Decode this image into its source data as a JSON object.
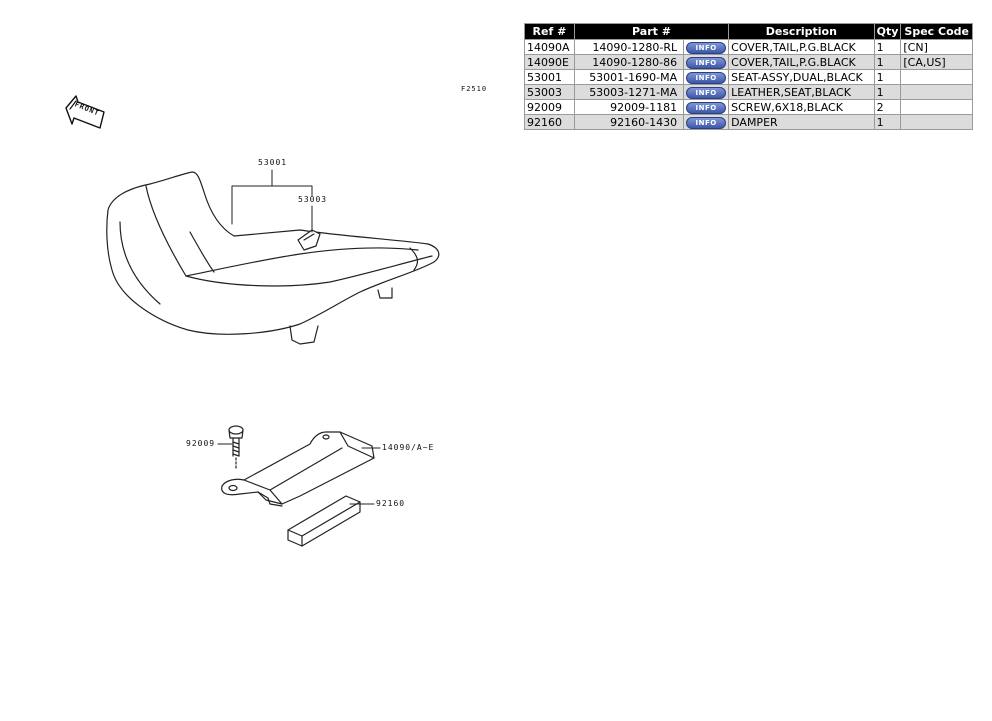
{
  "diagram": {
    "figure_code": "F2510",
    "front_label": "FRONT",
    "callouts": {
      "c53001": "53001",
      "c53003": "53003",
      "c92009": "92009",
      "c14090": "14090/A~E",
      "c92160": "92160"
    }
  },
  "parts_table": {
    "headers": [
      "Ref #",
      "Part #",
      "",
      "Description",
      "Qty",
      "Spec Code"
    ],
    "info_label": "INFO",
    "rows": [
      {
        "ref": "14090A",
        "part": "14090-1280-RL",
        "desc": "COVER,TAIL,P.G.BLACK",
        "qty": "1",
        "spec": "[CN]"
      },
      {
        "ref": "14090E",
        "part": "14090-1280-86",
        "desc": "COVER,TAIL,P.G.BLACK",
        "qty": "1",
        "spec": "[CA,US]"
      },
      {
        "ref": "53001",
        "part": "53001-1690-MA",
        "desc": "SEAT-ASSY,DUAL,BLACK",
        "qty": "1",
        "spec": ""
      },
      {
        "ref": "53003",
        "part": "53003-1271-MA",
        "desc": "LEATHER,SEAT,BLACK",
        "qty": "1",
        "spec": ""
      },
      {
        "ref": "92009",
        "part": "92009-1181",
        "desc": "SCREW,6X18,BLACK",
        "qty": "2",
        "spec": ""
      },
      {
        "ref": "92160",
        "part": "92160-1430",
        "desc": "DAMPER",
        "qty": "1",
        "spec": ""
      }
    ]
  }
}
